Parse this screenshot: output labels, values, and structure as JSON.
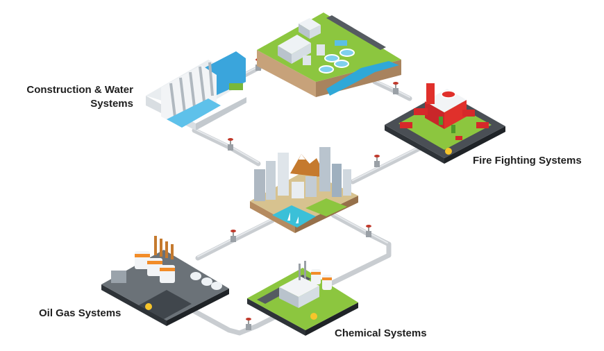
{
  "nodes": {
    "construction_water": {
      "label_line1": "Construction & Water",
      "label_line2": "Systems",
      "icon": "dam-icon"
    },
    "water_treatment": {
      "icon": "water-treatment-plant-icon"
    },
    "fire_fighting": {
      "label": "Fire Fighting Systems",
      "icon": "fire-station-icon"
    },
    "city": {
      "icon": "city-icon"
    },
    "oil_gas": {
      "label": "Oil Gas Systems",
      "icon": "refinery-icon"
    },
    "chemical": {
      "label": "Chemical Systems",
      "icon": "chemical-plant-icon"
    }
  },
  "colors": {
    "pipe": "#c9cdd1",
    "valve": "#c0392b",
    "grass": "#8cc63f",
    "water": "#2fa8d8",
    "asphalt": "#4a4f55",
    "fire_red": "#e0302b"
  }
}
